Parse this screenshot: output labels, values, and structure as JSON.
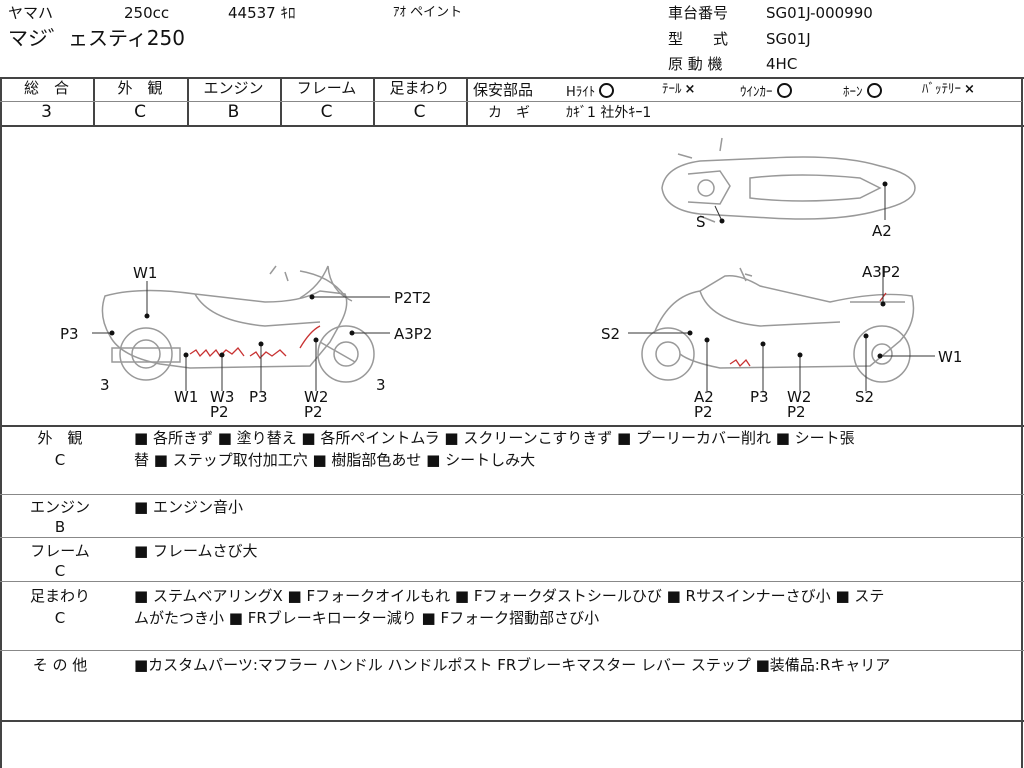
{
  "header": {
    "maker": "ヤマハ",
    "cc": "250cc",
    "mileage": "44537 ｷﾛ",
    "color": "ｱｵ ペイント",
    "model_name": "マジ゛ェスティ250",
    "frame_no_label": "車台番号",
    "frame_no": "SG01J-000990",
    "type_label": "型　　式",
    "type": "SG01J",
    "engine_label": "原 動 機",
    "engine": "4HC"
  },
  "grades": {
    "overall_label": "総　合",
    "overall": "3",
    "exterior_label": "外　観",
    "exterior": "C",
    "engine_label": "エンジン",
    "engine": "B",
    "frame_label": "フレーム",
    "frame": "C",
    "suspension_label": "足まわり",
    "suspension": "C"
  },
  "safety": {
    "label": "保安部品",
    "headlight": "Hﾗｲﾄ",
    "tail": "ﾃｰﾙ",
    "winker": "ｳｲﾝｶｰ",
    "horn": "ﾎｰﾝ",
    "battery": "ﾊﾞｯﾃﾘｰ",
    "ok_symbol": "O",
    "ng_symbol": "×",
    "key_label": "カ　ギ",
    "key_value": "ｶｷﾞ1 社外ｷｰ1"
  },
  "diagram": {
    "left": {
      "w1_top": "W1",
      "p2t2": "P2T2",
      "p3_left": "P3",
      "a3p2": "A3P2",
      "n3_left": "3",
      "n3_right": "3",
      "w1_bot": "W1",
      "w3": "W3",
      "p2_a": "P2",
      "p3_bot": "P3",
      "w2": "W2",
      "p2_b": "P2"
    },
    "top": {
      "s": "S",
      "a2": "A2"
    },
    "right": {
      "a3p2": "A3P2",
      "s2_left": "S2",
      "w1": "W1",
      "a2": "A2",
      "p2_a": "P2",
      "p3": "P3",
      "w2": "W2",
      "p2_b": "P2",
      "s2_bot": "S2"
    }
  },
  "details": [
    {
      "label1": "外　観",
      "label2": "C",
      "line1": "■ 各所きず ■ 塗り替え ■ 各所ペイントムラ ■ スクリーンこすりきず ■ プーリーカバー削れ ■ シート張",
      "line2": "替 ■ ステップ取付加工穴 ■ 樹脂部色あせ ■ シートしみ大"
    },
    {
      "label1": "エンジン",
      "label2": "B",
      "line1": "■ エンジン音小",
      "line2": ""
    },
    {
      "label1": "フレーム",
      "label2": "C",
      "line1": "■ フレームさび大",
      "line2": ""
    },
    {
      "label1": "足まわり",
      "label2": "C",
      "line1": "■ ステムベアリングX ■ Fフォークオイルもれ ■ Fフォークダストシールひび ■ Rサスインナーさび小 ■ ステ",
      "line2": "ムがたつき小 ■ FRブレーキローター減り ■ Fフォーク摺動部さび小"
    },
    {
      "label1": "そ の 他",
      "label2": "",
      "line1": "■カスタムパーツ:マフラー ハンドル ハンドルポスト FRブレーキマスター レバー ステップ ■装備品:Rキャリア",
      "line2": ""
    }
  ]
}
